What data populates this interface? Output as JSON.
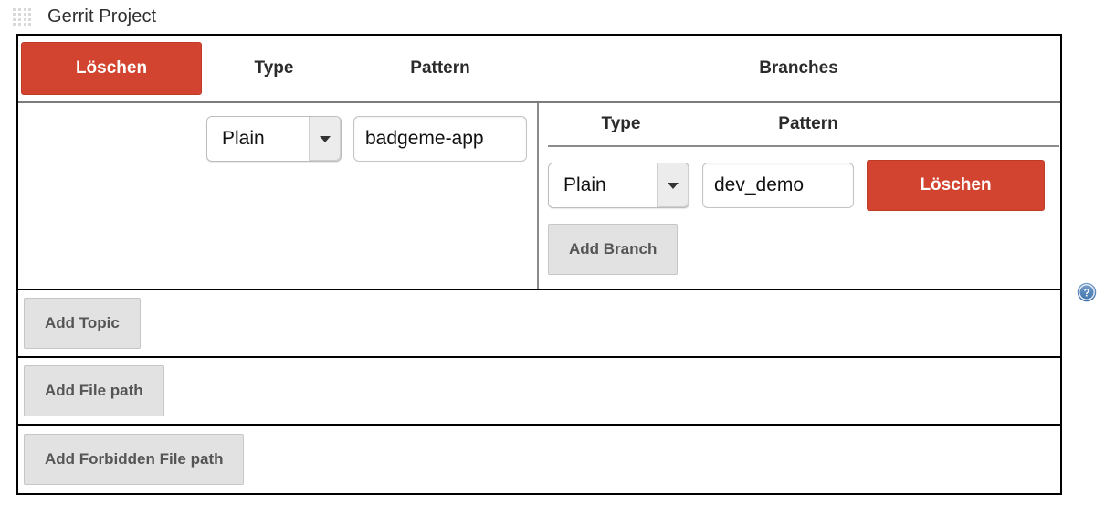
{
  "header": {
    "drag_handle_icon": "grid-drag-handle-icon",
    "title": "Gerrit Project"
  },
  "access_table": {
    "columns": {
      "delete": "Löschen",
      "type": "Type",
      "pattern": "Pattern",
      "branches": "Branches"
    },
    "row": {
      "delete_label": "Löschen",
      "type_value": "Plain",
      "type_options": [
        "Plain"
      ],
      "pattern_value": "badgeme-app",
      "pattern_placeholder": ""
    },
    "branches": {
      "columns": {
        "type": "Type",
        "pattern": "Pattern"
      },
      "rows": [
        {
          "type_value": "Plain",
          "type_options": [
            "Plain"
          ],
          "pattern_value": "dev_demo",
          "pattern_placeholder": "",
          "delete_label": "Löschen"
        }
      ],
      "add_label": "Add Branch"
    }
  },
  "add_rows": [
    {
      "label": "Add Topic",
      "name": "add-topic"
    },
    {
      "label": "Add File path",
      "name": "add-file-path"
    },
    {
      "label": "Add Forbidden File path",
      "name": "add-forbidden-file-path"
    }
  ],
  "help": {
    "icon": "help-question-circle-icon",
    "color": "#4a7ebb"
  },
  "colors": {
    "danger": "#d2442f",
    "button_face": "#e2e2e2",
    "border": "#000000"
  }
}
